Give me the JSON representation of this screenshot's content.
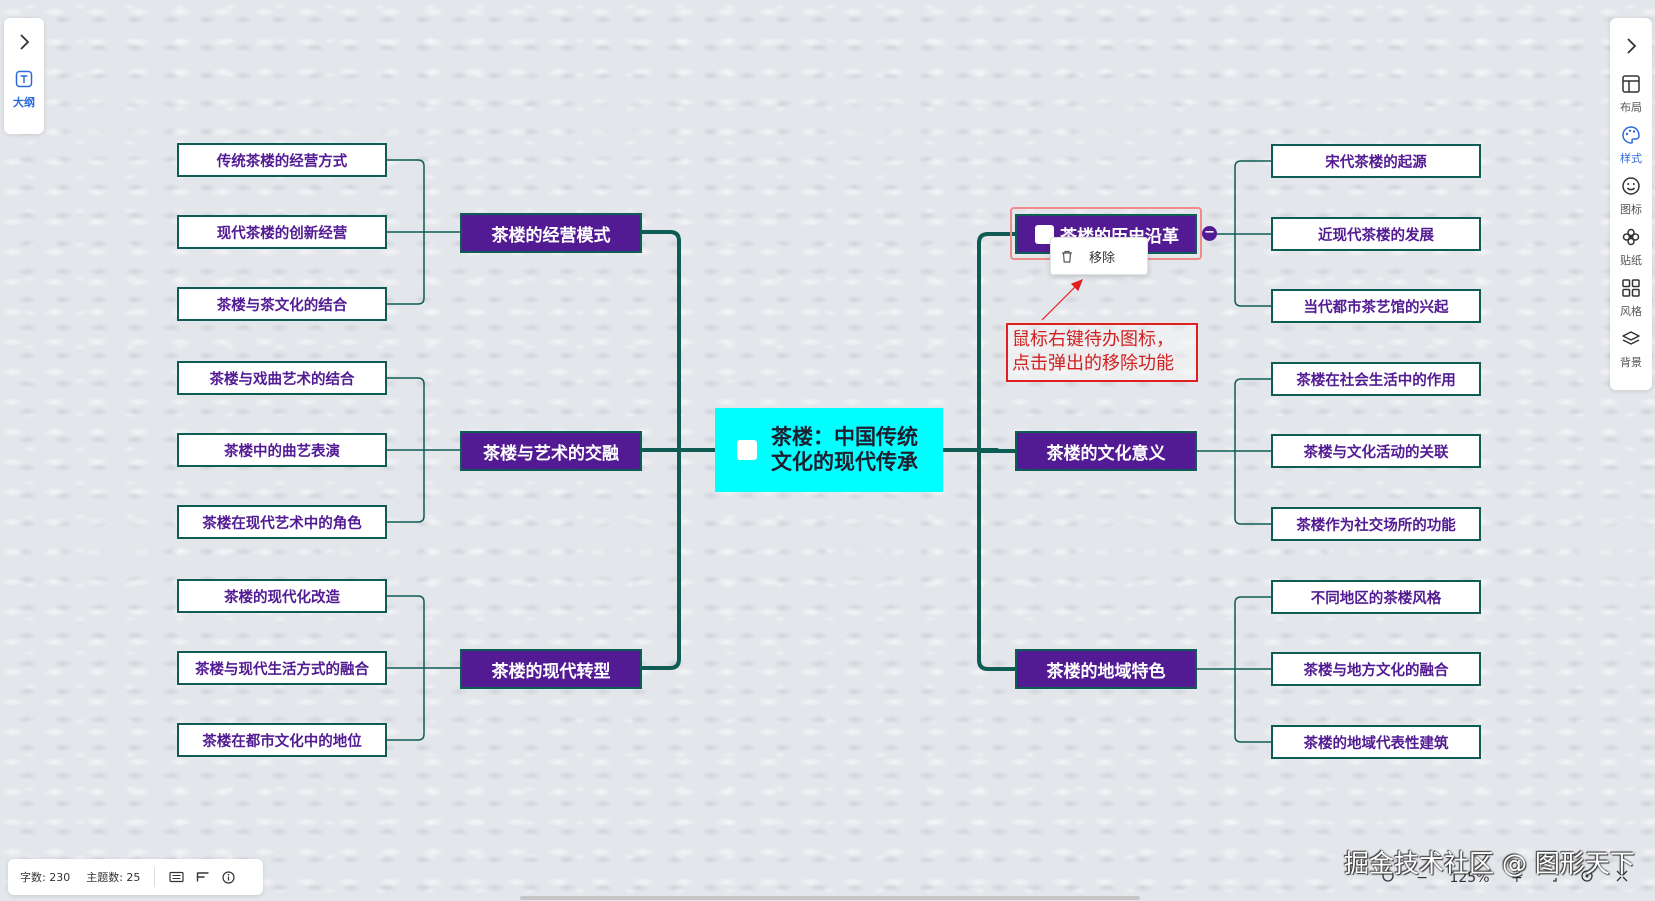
{
  "root": {
    "line1": "茶楼：中国传统",
    "line2": "文化的现代传承"
  },
  "main_nodes": [
    {
      "label": "茶楼的经营模式"
    },
    {
      "label": "茶楼与艺术的交融"
    },
    {
      "label": "茶楼的现代转型"
    },
    {
      "label": "茶楼的历史沿革"
    },
    {
      "label": "茶楼的文化意义"
    },
    {
      "label": "茶楼的地域特色"
    }
  ],
  "sub_nodes": {
    "business": [
      "传统茶楼的经营方式",
      "现代茶楼的创新经营",
      "茶楼与茶文化的结合"
    ],
    "arts": [
      "茶楼与戏曲艺术的结合",
      "茶楼中的曲艺表演",
      "茶楼在现代艺术中的角色"
    ],
    "modern": [
      "茶楼的现代化改造",
      "茶楼与现代生活方式的融合",
      "茶楼在都市文化中的地位"
    ],
    "history": [
      "宋代茶楼的起源",
      "近现代茶楼的发展",
      "当代都市茶艺馆的兴起"
    ],
    "culture": [
      "茶楼在社会生活中的作用",
      "茶楼与文化活动的关联",
      "茶楼作为社交场所的功能"
    ],
    "regional": [
      "不同地区的茶楼风格",
      "茶楼与地方文化的融合",
      "茶楼的地域代表性建筑"
    ]
  },
  "context_menu": {
    "remove_label": "移除"
  },
  "annotation": {
    "line1": "鼠标右键待办图标，",
    "line2": "点击弹出的移除功能"
  },
  "left_panel": {
    "outline_label": "大纲",
    "outline_icon": "text-box-icon"
  },
  "right_panel": {
    "items": [
      {
        "label": "布局",
        "icon": "layout-icon"
      },
      {
        "label": "样式",
        "icon": "palette-icon"
      },
      {
        "label": "图标",
        "icon": "smiley-icon"
      },
      {
        "label": "贴纸",
        "icon": "flower-icon"
      },
      {
        "label": "风格",
        "icon": "grid-icon"
      },
      {
        "label": "背景",
        "icon": "layers-icon"
      }
    ]
  },
  "status_bar": {
    "word_count": "字数: 230",
    "topic_count": "主题数: 25"
  },
  "zoom": {
    "level": "125%"
  },
  "watermark": "掘金技术社区 @ 图形天下",
  "colors": {
    "root_bg": "#00ffff",
    "main_node_bg": "#531b93",
    "node_border": "#0f5c55",
    "sub_text": "#531b93",
    "annotation": "#e02020",
    "active": "#2f6ad9"
  }
}
